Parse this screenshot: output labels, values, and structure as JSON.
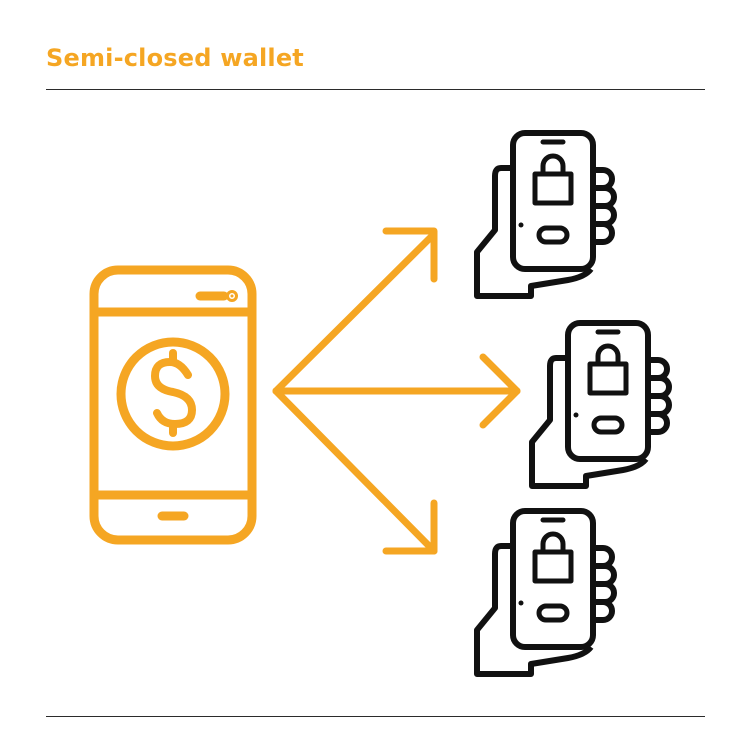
{
  "header": {
    "title": "Semi-closed wallet"
  },
  "colors": {
    "accent": "#F5A623",
    "ink": "#111111",
    "rule": "#2b2b2b"
  },
  "diagram": {
    "source": {
      "icon": "smartphone-dollar-icon"
    },
    "arrows": [
      {
        "direction": "up-right"
      },
      {
        "direction": "right"
      },
      {
        "direction": "down-right"
      }
    ],
    "targets": [
      {
        "icon": "hand-holding-phone-shopping-bag-icon"
      },
      {
        "icon": "hand-holding-phone-shopping-bag-icon"
      },
      {
        "icon": "hand-holding-phone-shopping-bag-icon"
      }
    ]
  }
}
